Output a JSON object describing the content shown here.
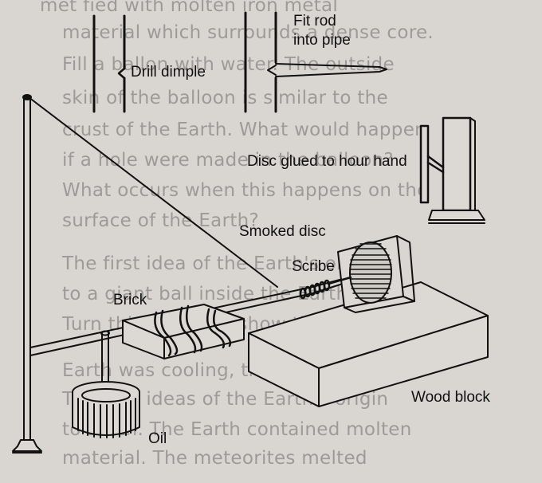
{
  "labels": {
    "drill_dimple": "Drill dimple",
    "fit_rod": "Fit rod",
    "into_pipe": "into pipe",
    "disc_glued": "Disc glued to hour hand",
    "smoked_disc": "Smoked disc",
    "scribe": "Scribe",
    "brick": "Brick",
    "oil": "Oil",
    "wood_block": "Wood block"
  },
  "background_text": [
    "met fied with molten iron metal",
    "material which surrounds a dense core.",
    "Fill a ballon with water. The outside",
    "skin of the balloon is similar to the",
    "crust of the Earth. What would happen",
    "if a hole were made in the balloon?",
    "What occurs when this happens on the",
    "surface of the Earth?",
    "The first idea of the Earth's origin",
    "to a giant ball inside the Earth.",
    "Turn this model to show the Sun",
    "Earth was cooling, the crusts buckled",
    "The first ideas of the Earth's origin",
    "to Earth. The Earth contained molten",
    "material. The meteorites melted"
  ]
}
